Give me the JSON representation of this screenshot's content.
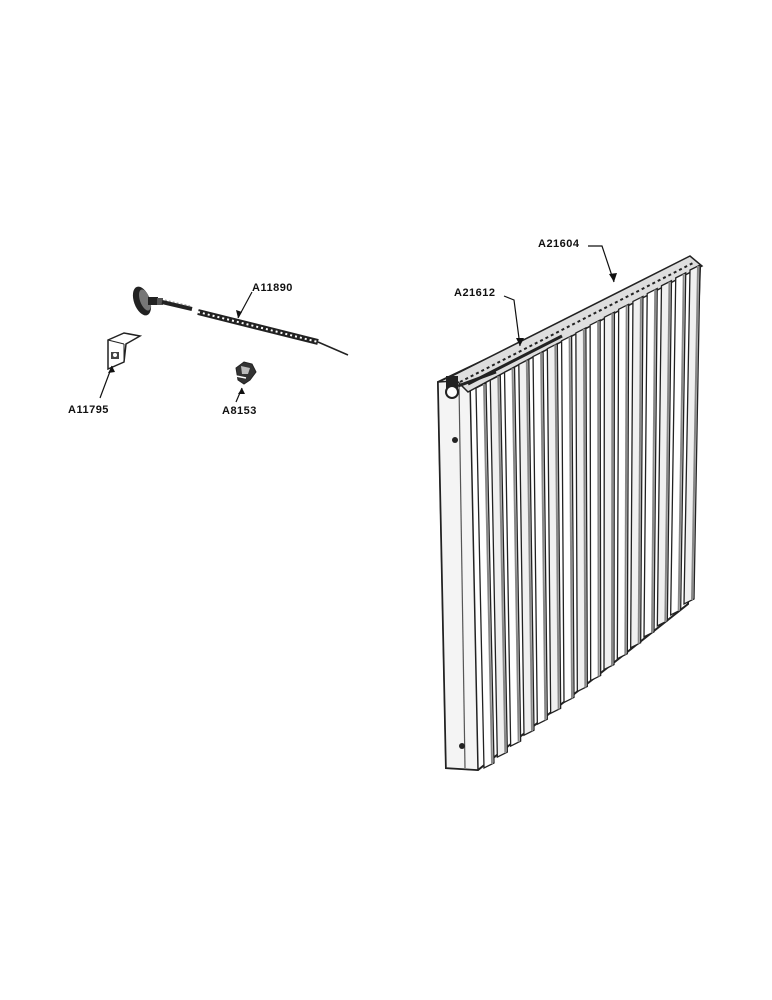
{
  "colors": {
    "ink": "#111111",
    "paper": "#ffffff",
    "shade": "#8a8a8a",
    "light": "#d8d8d8"
  },
  "parts": [
    {
      "id": "A11890",
      "label": "A11890",
      "description_icon": "choke-cable-icon"
    },
    {
      "id": "A11795",
      "label": "A11795",
      "description_icon": "bracket-icon"
    },
    {
      "id": "A8153",
      "label": "A8153",
      "description_icon": "clip-icon"
    },
    {
      "id": "A21604",
      "label": "A21604",
      "description_icon": "shutter-assembly-icon"
    },
    {
      "id": "A21612",
      "label": "A21612",
      "description_icon": "shutter-rod-icon"
    }
  ]
}
